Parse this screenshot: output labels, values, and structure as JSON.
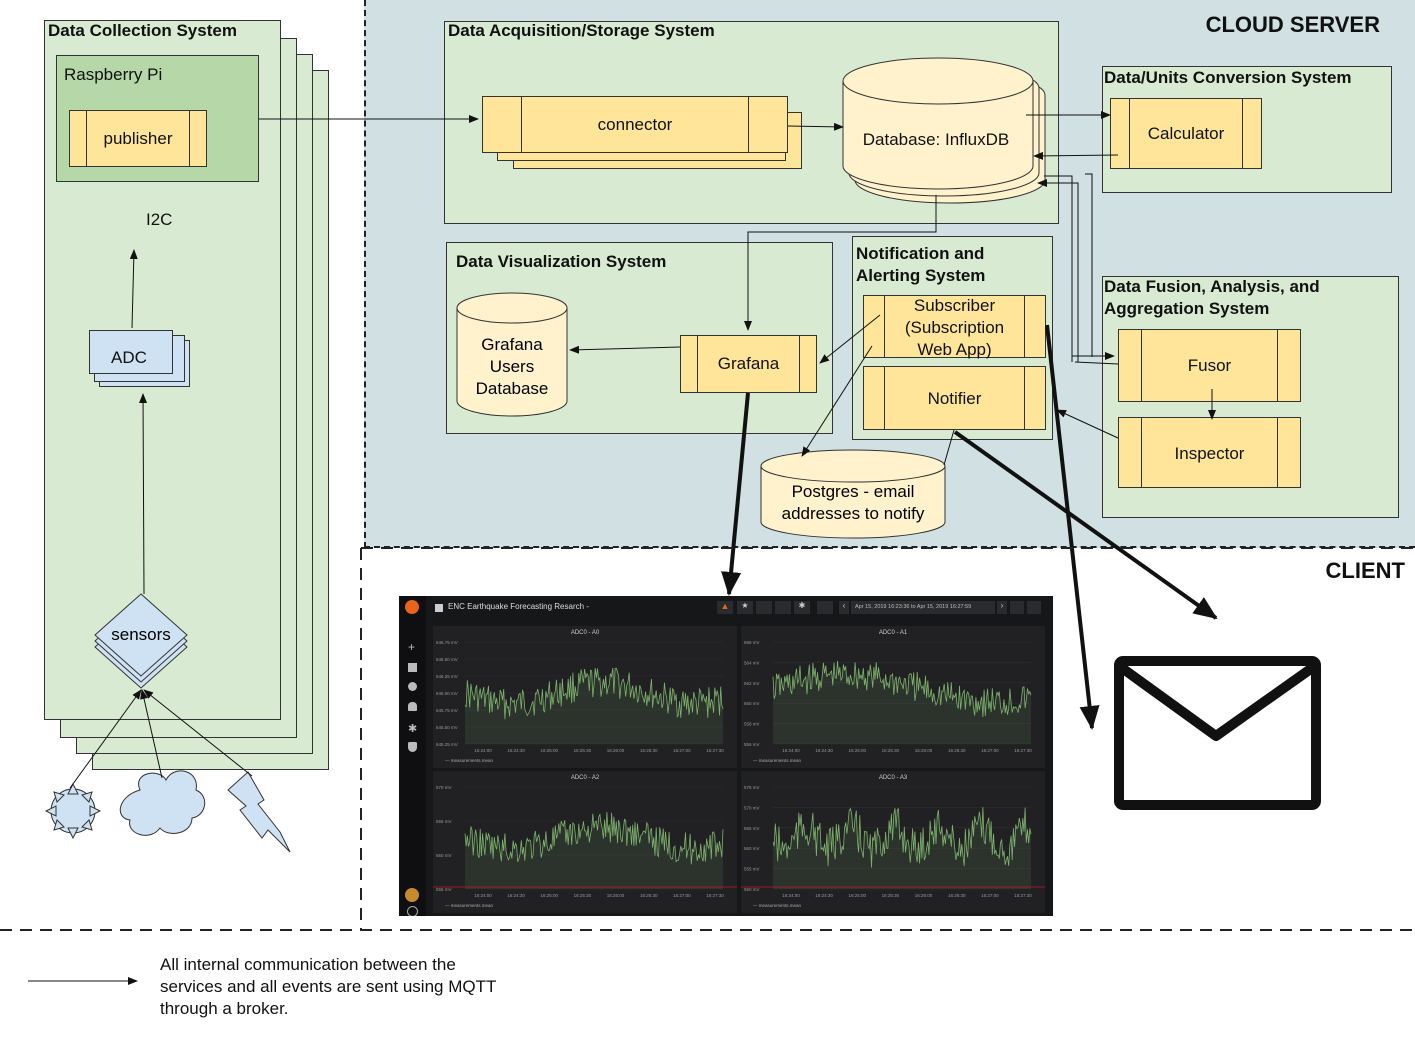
{
  "regions": {
    "cloud_label": "CLOUD SERVER",
    "client_label": "CLIENT"
  },
  "data_collection": {
    "title": "Data Collection System",
    "raspberry": "Raspberry Pi",
    "publisher": "publisher",
    "i2c": "I2C",
    "adc": "ADC",
    "sensors": "sensors"
  },
  "acquisition": {
    "title": "Data Acquisition/Storage System",
    "connector": "connector",
    "database": "Database: InfluxDB"
  },
  "conversion": {
    "title": "Data/Units Conversion System",
    "calculator": "Calculator"
  },
  "visualization": {
    "title": "Data Visualization System",
    "users_db_lines": [
      "Grafana",
      "Users",
      "Database"
    ],
    "grafana": "Grafana"
  },
  "notification": {
    "title_lines": [
      "Notification and",
      "Alerting System"
    ],
    "subscriber_lines": [
      "Subscriber",
      "(Subscription",
      "Web App)"
    ],
    "notifier": "Notifier",
    "postgres_lines": [
      "Postgres - email",
      "addresses to notify"
    ]
  },
  "fusion": {
    "title_lines": [
      "Data Fusion, Analysis, and",
      "Aggregation System"
    ],
    "fusor": "Fusor",
    "inspector": "Inspector"
  },
  "dashboard": {
    "title": "ENC Earthquake Forecasting Resarch -",
    "time_range": "Apr 15, 2019 16:23:36 to Apr 15, 2019 16:27:59",
    "legend": "measurements.mean",
    "x_ticks": [
      "16:24:00",
      "16:24:30",
      "16:25:00",
      "16:25:30",
      "16:26:00",
      "16:26:30",
      "16:27:00",
      "16:27:30"
    ],
    "panels": [
      {
        "title": "ADC0 - A0",
        "y_ticks": [
          "646.75 mV",
          "646.50 mV",
          "646.25 mV",
          "646.00 mV",
          "645.75 mV",
          "645.50 mV",
          "645.25 mV"
        ]
      },
      {
        "title": "ADC0 - A1",
        "y_ticks": [
          "566 mV",
          "564 mV",
          "562 mV",
          "560 mV",
          "558 mV",
          "556 mV"
        ]
      },
      {
        "title": "ADC0 - A2",
        "y_ticks": [
          "570 mV",
          "565 mV",
          "560 mV",
          "555 mV"
        ]
      },
      {
        "title": "ADC0 - A3",
        "y_ticks": [
          "575 mV",
          "570 mV",
          "565 mV",
          "560 mV",
          "555 mV",
          "550 mV"
        ]
      }
    ]
  },
  "legend": {
    "lines": [
      "All internal communication between the",
      "services and all events are sent using MQTT",
      "through a broker."
    ]
  },
  "colors": {
    "cloud_bg": "#d0e0e3",
    "group_green": "#d9ead3",
    "pi_green": "#b6d7a8",
    "component_yellow": "#ffe599",
    "hardware_blue": "#cfe2f3",
    "dashboard_bg": "#161719",
    "plot_green": "#7eb26d"
  }
}
